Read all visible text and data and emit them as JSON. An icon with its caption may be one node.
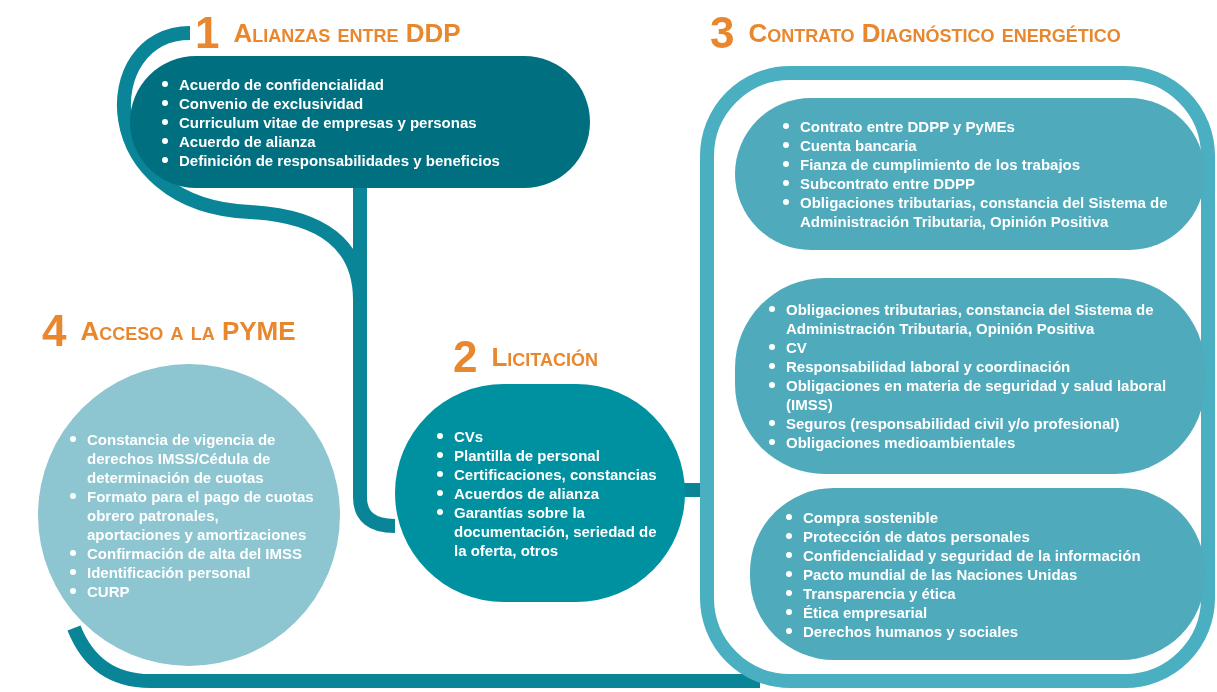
{
  "diagram": {
    "nodes": [
      {
        "text": [
          "1",
          "Alianzas entre DDP",
          "Acuerdo de confidencialidad",
          "Convenio de exclusividad",
          "Curriculum vitae de empresas y personas",
          "Acuerdo de alianza",
          "Definición de responsabilidades y beneficios"
        ]
      },
      {
        "text": [
          "2",
          "Licitación",
          "CVs",
          "Plantilla de personal",
          "Certificaciones, constancias",
          "Acuerdos de alianza",
          "Garantías sobre la documentación, seriedad de la oferta, otros"
        ]
      },
      {
        "text": [
          "3",
          "Contrato Diagnóstico energético"
        ]
      },
      {
        "text": [
          "Contrato entre DDPP y PyMEs",
          "Cuenta bancaria",
          "Fianza de cumplimiento de los trabajos",
          "Subcontrato entre DDPP",
          "Obligaciones tributarias, constancia del Sistema de Administración Tributaria, Opinión Positiva"
        ],
        "in": 2
      },
      {
        "text": [
          "Obligaciones tributarias, constancia del Sistema de Administración Tributaria, Opinión Positiva",
          "CV",
          "Responsabilidad laboral y coordinación",
          "Obligaciones en materia de seguridad y salud laboral (IMSS)",
          "Seguros (responsabilidad civil y/o profesional)",
          "Obligaciones medioambientales"
        ],
        "in": 2
      },
      {
        "text": [
          "Compra sostenible",
          "Protección de datos personales",
          "Confidencialidad y seguridad de la información",
          "Pacto mundial de las Naciones Unidas",
          "Transparencia y ética",
          "Ética empresarial",
          "Derechos humanos y sociales"
        ],
        "in": 2
      },
      {
        "text": [
          "4",
          "Acceso a la PYME",
          "Constancia de vigencia de derechos IMSS/Cédula de determinación de cuotas",
          "Formato para el pago de cuotas obrero patronales, aportaciones y amortizaciones",
          "Confirmación de alta del IMSS",
          "Identificación personal",
          "CURP"
        ]
      }
    ],
    "edges": [
      {
        "from": 0,
        "to": 1,
        "arrow": "none"
      },
      {
        "from": 1,
        "to": 2,
        "arrow": "none"
      },
      {
        "from": 2,
        "to": 6,
        "arrow": "none"
      }
    ]
  }
}
